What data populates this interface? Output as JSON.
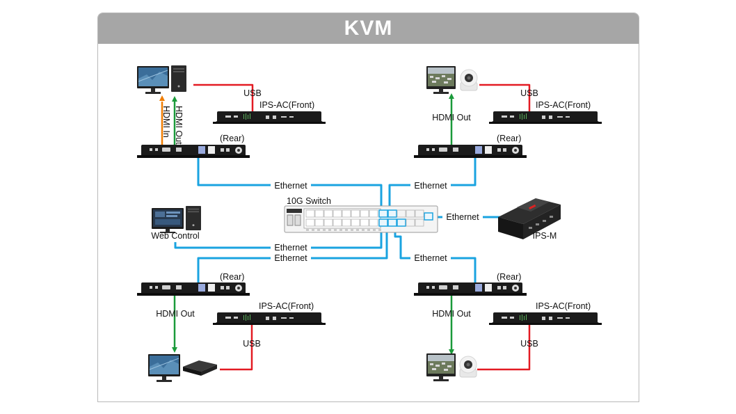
{
  "title": "KVM",
  "labels": {
    "usb": "USB",
    "ips_ac_front": "IPS-AC(Front)",
    "rear": "(Rear)",
    "hdmi_out": "HDMI Out",
    "hdmi_in": "HDMI In",
    "ethernet": "Ethernet",
    "switch": "10G Switch",
    "web_control": "Web Control",
    "ips_m": "IPS-M"
  },
  "colors": {
    "usb": "#e31b23",
    "hdmi_out": "#1a9a3a",
    "hdmi_in": "#f07d00",
    "ethernet": "#1aa3e0",
    "header": "#a6a6a6"
  },
  "icons": [
    "desktop-pc-icon",
    "monitor-icon",
    "ptz-camera-icon",
    "set-top-box-icon",
    "network-switch-icon",
    "ips-m-box-icon",
    "ips-ac-unit-icon"
  ]
}
